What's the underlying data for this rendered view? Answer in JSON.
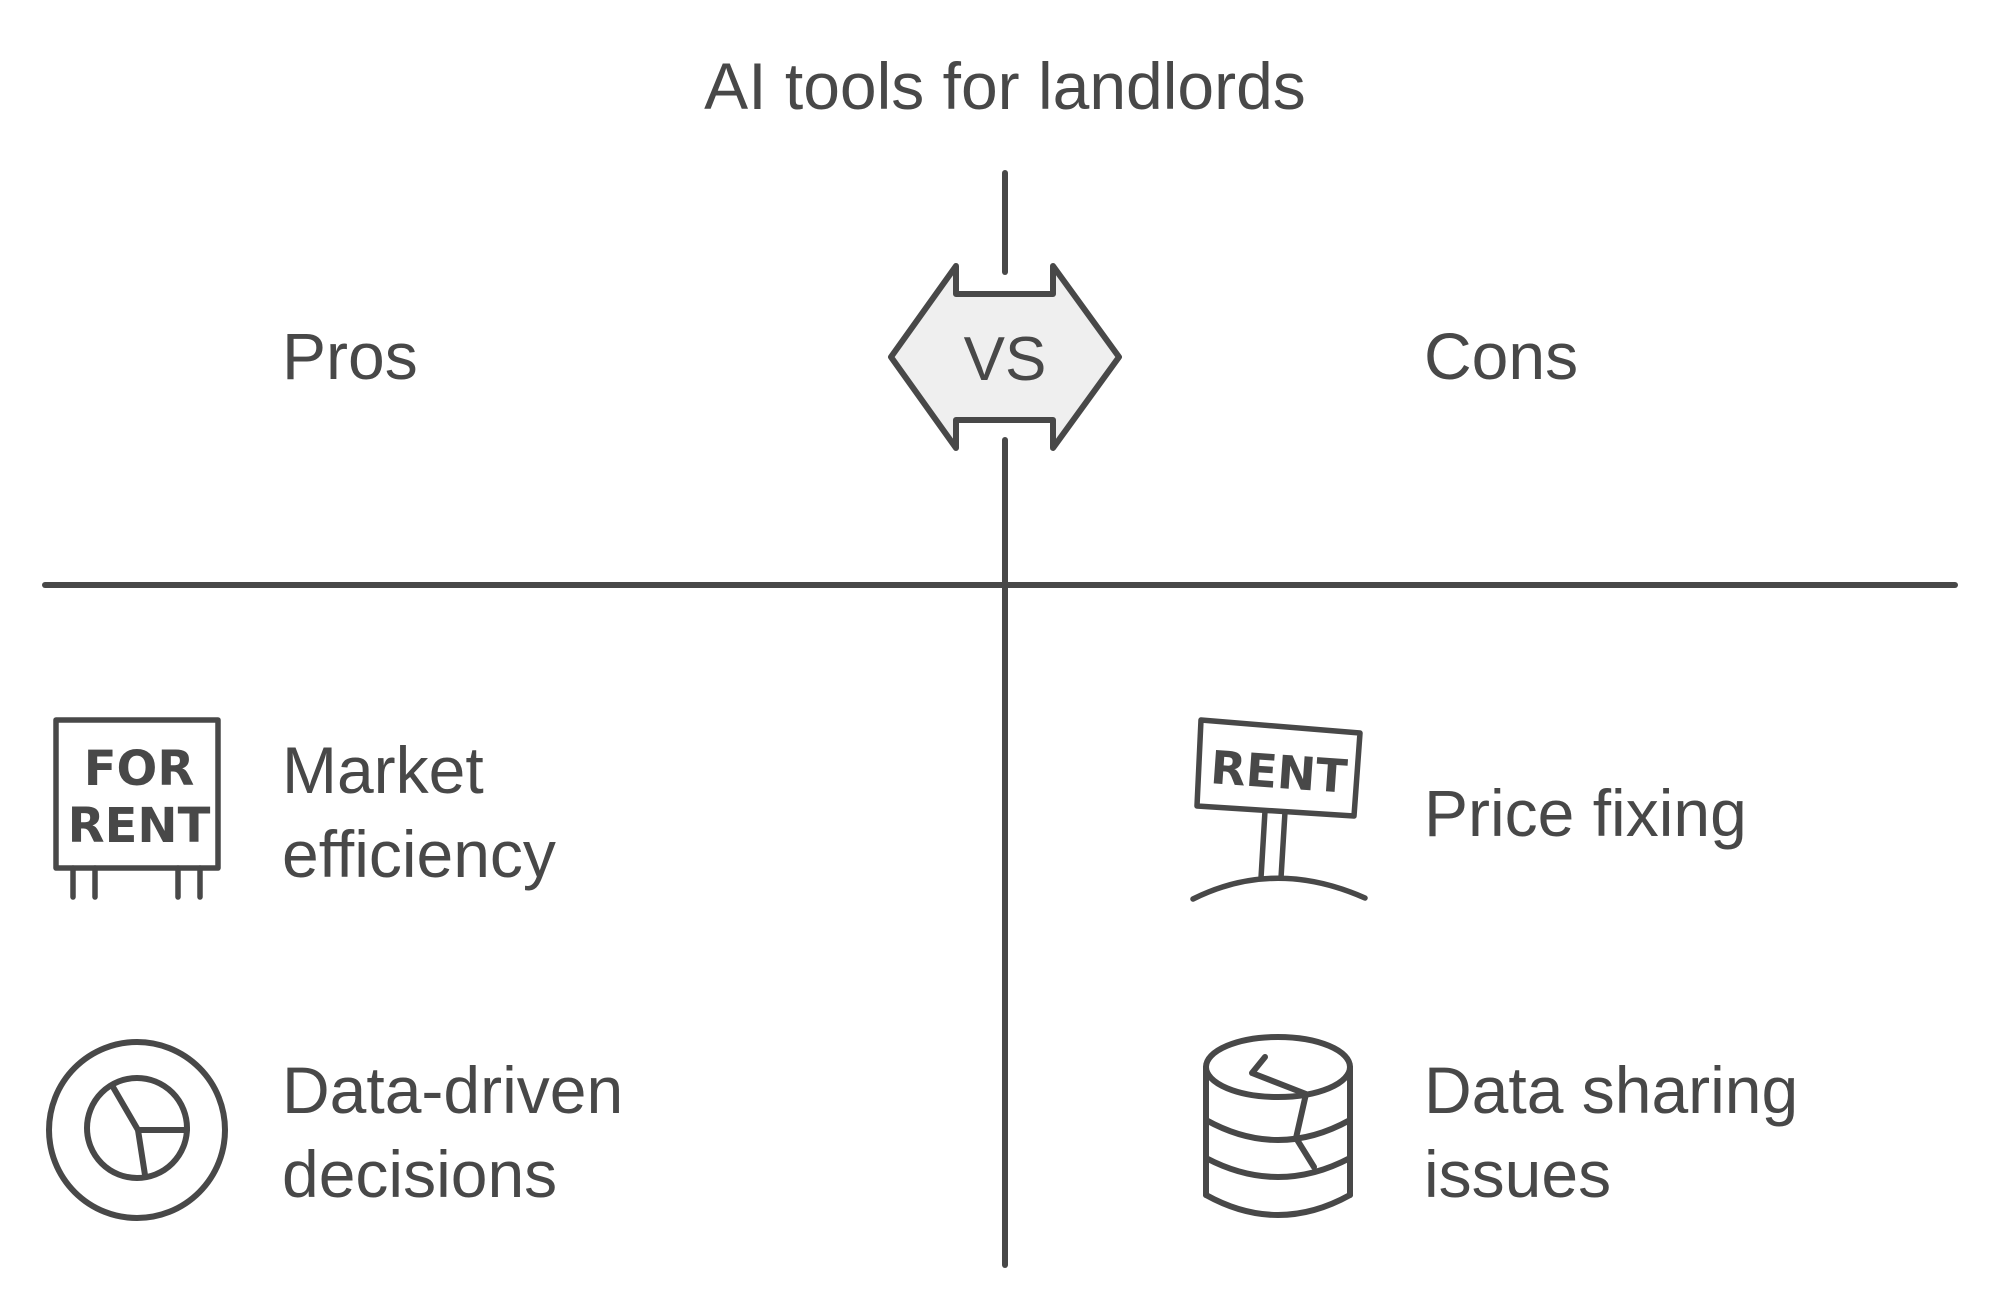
{
  "title": "AI tools for landlords",
  "divider_label": "VS",
  "colors": {
    "stroke": "#484848",
    "vs_fill": "#efefef",
    "text": "#484848",
    "background": "#ffffff"
  },
  "pros": {
    "heading": "Pros",
    "items": [
      {
        "line1": "Market",
        "line2": "efficiency",
        "icon": "for-rent-sign-icon",
        "icon_text": [
          "FOR",
          "RENT"
        ]
      },
      {
        "line1": "Data-driven",
        "line2": "decisions",
        "icon": "pie-chart-icon"
      }
    ]
  },
  "cons": {
    "heading": "Cons",
    "items": [
      {
        "line1": "Price fixing",
        "line2": "",
        "icon": "rent-sign-icon",
        "icon_text": [
          "RENT"
        ]
      },
      {
        "line1": "Data sharing",
        "line2": "issues",
        "icon": "cracked-database-icon"
      }
    ]
  }
}
